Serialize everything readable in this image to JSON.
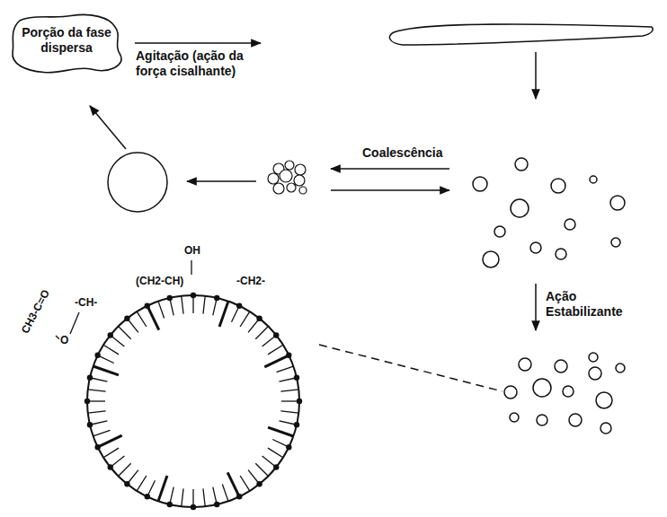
{
  "diagram": {
    "nodes": [
      {
        "text": [
          "Porção da fase dispersa"
        ]
      }
    ],
    "labels": [
      "Agitação (ação da força cisalhante)",
      "Coalescência",
      "Ação Estabilizante",
      "CH3-C=O",
      "O",
      "-CH-",
      "(CH2-CH)",
      "OH",
      "-CH2-"
    ]
  }
}
